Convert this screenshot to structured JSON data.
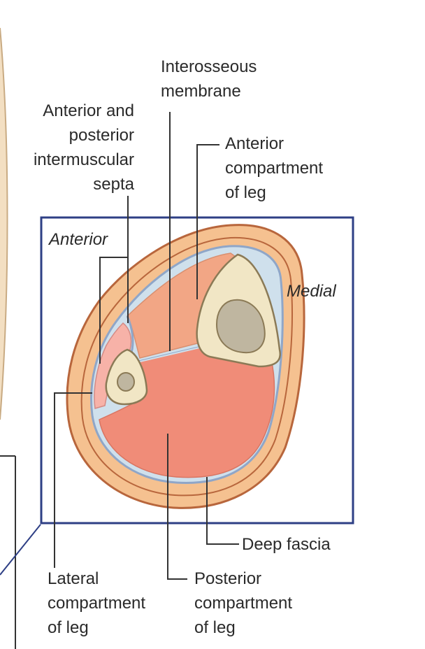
{
  "labels": {
    "interosseous": [
      "Interosseous",
      "membrane"
    ],
    "septa": [
      "Anterior and",
      "posterior",
      "intermuscular",
      "septa"
    ],
    "anterior_compartment": [
      "Anterior",
      "compartment",
      "of leg"
    ],
    "orientation_anterior": "Anterior",
    "orientation_medial": "Medial",
    "deep_fascia": "Deep fascia",
    "lateral_compartment": [
      "Lateral",
      "compartment",
      "of leg"
    ],
    "posterior_compartment": [
      "Posterior",
      "compartment",
      "of leg"
    ]
  },
  "colors": {
    "frame": "#2e3f85",
    "skin": "#f5c190",
    "skin_outline": "#b8663c",
    "fascia": "#8fa6c8",
    "anterior_muscle": "#f2a685",
    "posterior_muscle": "#f08c78",
    "lateral_muscle": "#f7b2a8",
    "bone": "#f1e6c5",
    "bone_outline": "#8b7a56",
    "marrow": "#bfb6a0",
    "leader": "#333333",
    "text": "#2a2a2a"
  }
}
